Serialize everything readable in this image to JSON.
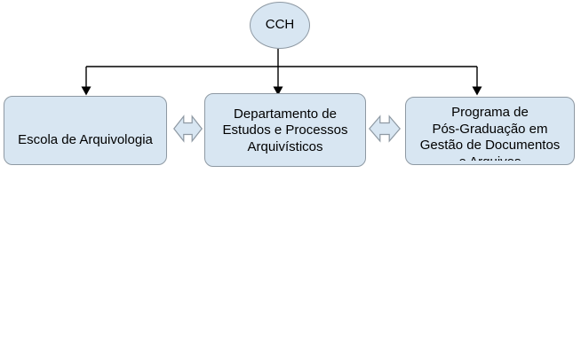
{
  "diagram": {
    "type": "org-chart",
    "colors": {
      "node_fill": "#d8e6f2",
      "node_border": "#8e99a3",
      "connector": "#000000"
    },
    "root": {
      "label": "CCH"
    },
    "nodes": [
      {
        "lines": [
          "Escola de Arquivologia"
        ]
      },
      {
        "lines": [
          "Departamento de",
          "Estudos e Processos",
          "Arquivísticos"
        ]
      },
      {
        "lines": [
          "Programa de",
          "Pós-Graduação em",
          "Gestão de Documentos",
          "e Arquivos"
        ]
      }
    ]
  }
}
